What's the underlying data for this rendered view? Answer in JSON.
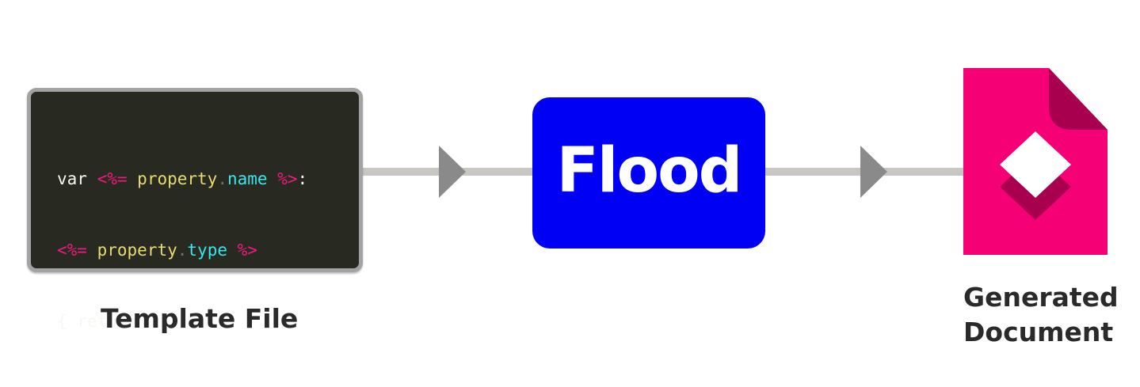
{
  "template": {
    "caption": "Template File",
    "code": {
      "line1": {
        "var": "var ",
        "open": "<%=",
        "space1": " ",
        "obj": "property",
        "dot": ".",
        "prop": "name",
        "space2": " ",
        "close": "%>",
        "tail": ":"
      },
      "line2": {
        "open": "<%=",
        "space1": " ",
        "obj": "property",
        "dot": ".",
        "prop": "type",
        "space2": " ",
        "close": "%>"
      },
      "line3": {
        "text": "{ return nil }"
      }
    }
  },
  "engine": {
    "label": "Flood"
  },
  "output": {
    "caption_line1": "Generated",
    "caption_line2": "Document",
    "icon": "generated-document-icon"
  },
  "colors": {
    "engine_fill": "#0000f5",
    "document_fill": "#f50075",
    "document_shade": "#a8004f",
    "code_background": "#282a22",
    "connector": "#c8c6c3",
    "arrowhead": "#8a8a8a"
  }
}
